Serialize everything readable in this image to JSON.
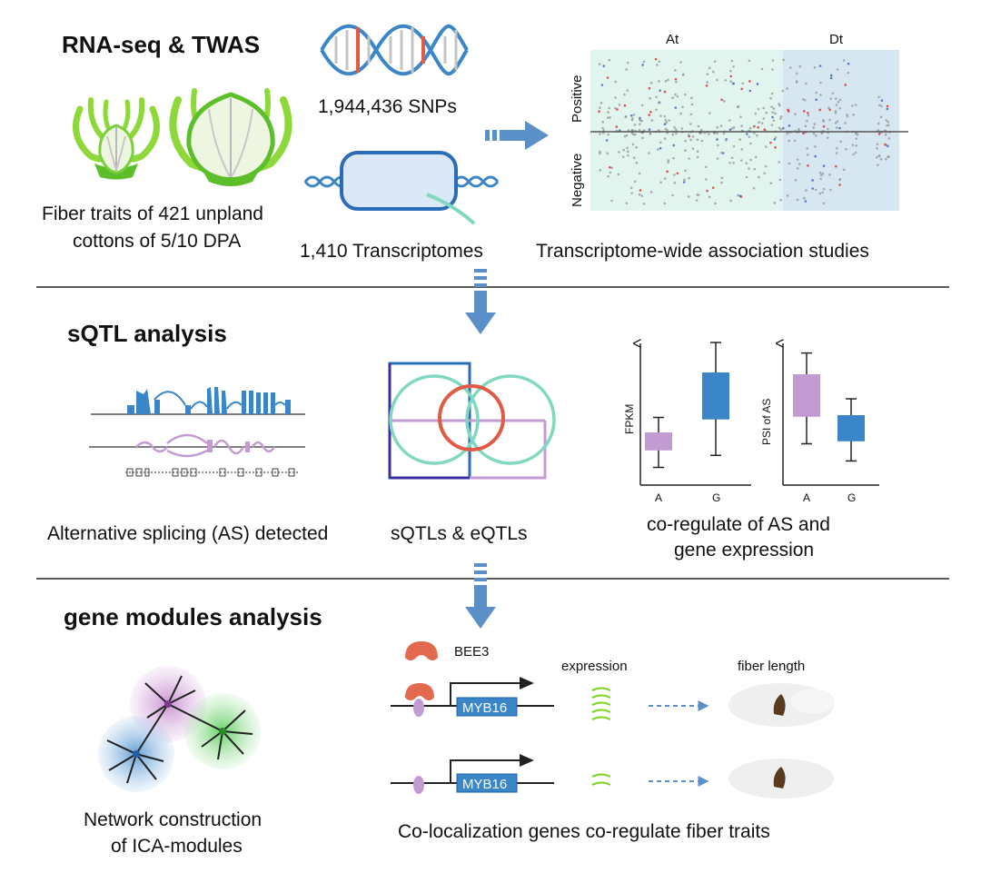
{
  "sections": {
    "s1": {
      "title": "RNA-seq & TWAS",
      "snps": "1,944,436 SNPs",
      "transcriptomes": "1,410 Transcriptomes",
      "fiber_line1": "Fiber traits of  421 unpland",
      "fiber_line2": "cottons of 5/10 DPA",
      "manhattan": {
        "subgenome_a": "At",
        "subgenome_d": "Dt",
        "y_positive": "Positive",
        "y_negative": "Negative",
        "caption": "Transcriptome-wide association studies"
      }
    },
    "s2": {
      "title": "sQTL analysis",
      "as_caption": "Alternative splicing (AS) detected",
      "venn_caption": "sQTLs & eQTLs",
      "boxplot_caption_1": "co-regulate of AS and",
      "boxplot_caption_2": "gene expression"
    },
    "s3": {
      "title": "gene modules analysis",
      "network_caption_1": "Network construction",
      "network_caption_2": "of ICA-modules",
      "tf_label": "BEE3",
      "gene_label": "MYB16",
      "expression_label": "expression",
      "fiber_length_label": "fiber length",
      "caption": "Co-localization genes co-regulate fiber traits"
    }
  },
  "chart_data": [
    {
      "type": "box",
      "ylabel": "FPKM",
      "categories": [
        "A",
        "G"
      ],
      "series": [
        {
          "category": "A",
          "whisker_low": 0.05,
          "q1": 0.22,
          "q3": 0.4,
          "whisker_high": 0.55,
          "color": "#c39bd3"
        },
        {
          "category": "G",
          "whisker_low": 0.17,
          "q1": 0.53,
          "q3": 1.0,
          "whisker_high": 1.3,
          "color": "#3a86c8"
        }
      ]
    },
    {
      "type": "box",
      "ylabel": "PSI of AS",
      "categories": [
        "A",
        "G"
      ],
      "series": [
        {
          "category": "A",
          "whisker_low": 0.35,
          "q1": 0.68,
          "q3": 1.2,
          "whisker_high": 1.46,
          "color": "#c39bd3"
        },
        {
          "category": "G",
          "whisker_low": 0.14,
          "q1": 0.38,
          "q3": 0.7,
          "whisker_high": 0.9,
          "color": "#3a86c8"
        }
      ]
    }
  ],
  "colors": {
    "blue": "#3a86c8",
    "dark_blue": "#1f5fa8",
    "red": "#e05a44",
    "purple": "#c39bd3",
    "teal": "#7fd8bf",
    "green": "#7ed321",
    "arrow": "#5a8fc8"
  }
}
